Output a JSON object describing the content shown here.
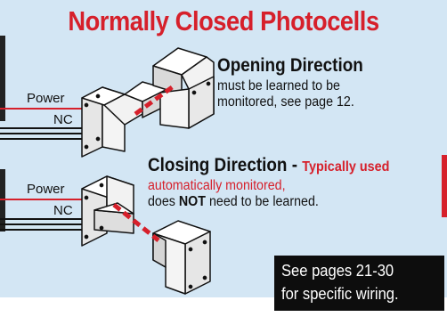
{
  "title": "Normally Closed Photocells",
  "wire_labels": {
    "power": "Power",
    "nc": "NC"
  },
  "opening": {
    "heading": "Opening Direction",
    "line1": "must be learned to be",
    "line2": "monitored, see page 12."
  },
  "closing": {
    "heading": "Closing Direction -",
    "typically": "Typically used",
    "line1": "automatically monitored,",
    "line2_pre": "does ",
    "line2_bold": "NOT",
    "line2_post": " need to be learned."
  },
  "note": {
    "line1": "See pages 21-30",
    "line2": "for specific wiring."
  },
  "colors": {
    "accent_red": "#d6202b",
    "panel_blue": "#d3e6f4",
    "note_black": "#0d0d0d"
  }
}
